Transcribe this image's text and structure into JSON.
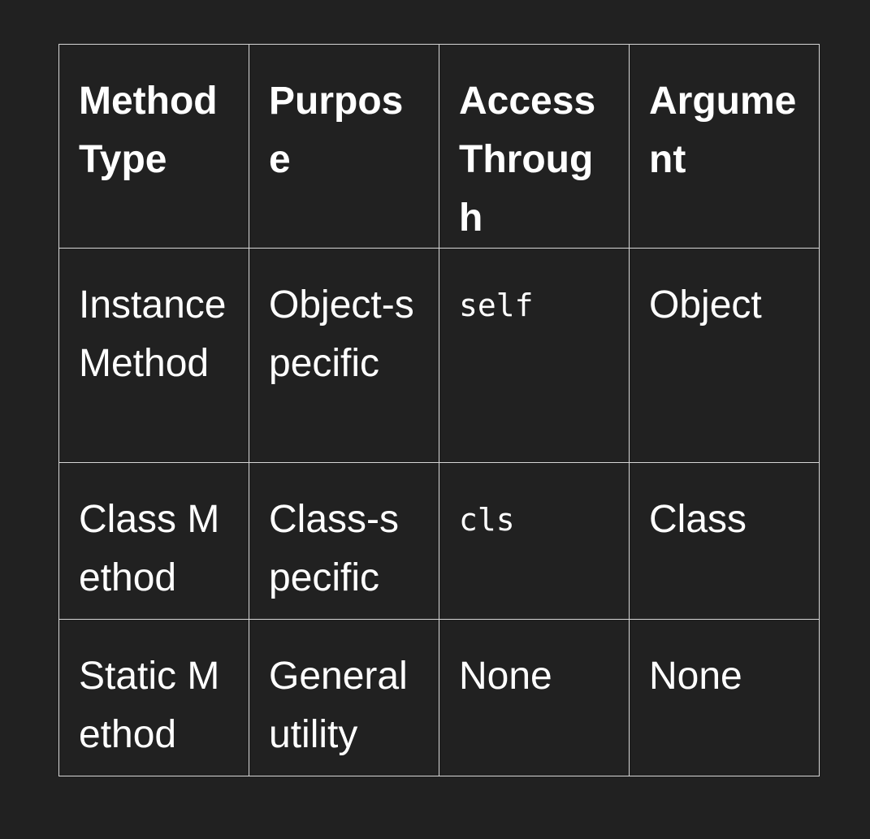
{
  "table": {
    "headers": [
      "Method Type",
      "Purpose",
      "Access Through",
      "Argument"
    ],
    "rows": [
      [
        "Instance Method",
        "Object-specific",
        "self",
        "Object"
      ],
      [
        "Class Method",
        "Class-specific",
        "cls",
        "Class"
      ],
      [
        "Static Method",
        "General utility",
        "None",
        "None"
      ]
    ]
  }
}
